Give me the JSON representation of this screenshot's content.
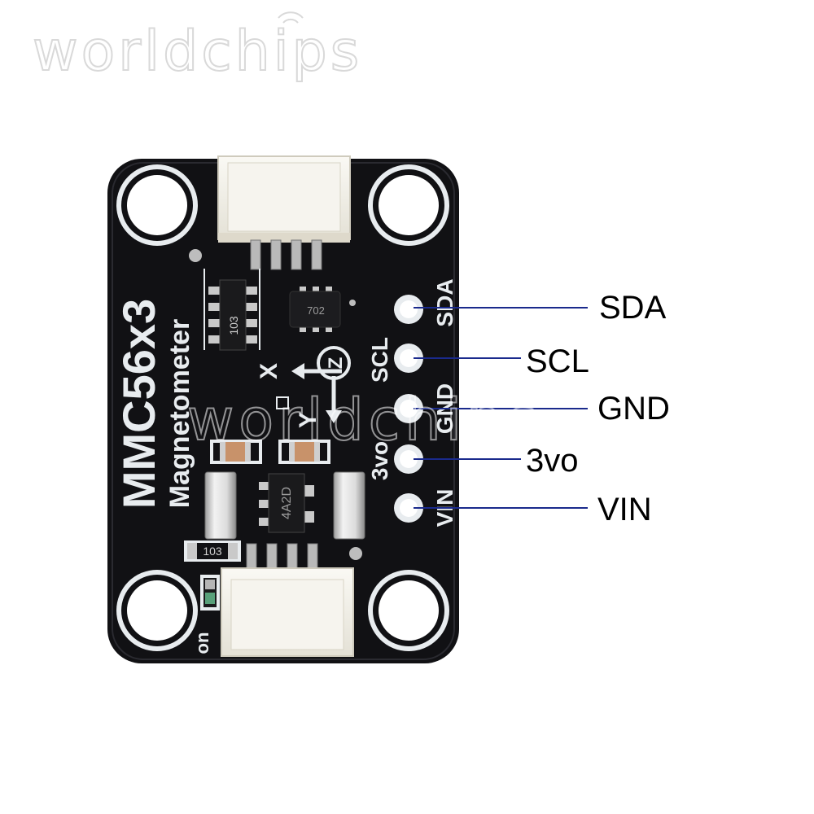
{
  "watermark": {
    "brand": "worldchips"
  },
  "board": {
    "title": "MMC56x3",
    "subtitle": "Magnetometer",
    "pin_silkscreen": [
      "SDA",
      "SCL",
      "GND",
      "3vo",
      "VIN"
    ],
    "axis_x": "X",
    "axis_y": "Y",
    "axis_z": "Z",
    "led_label": "on",
    "chip_top_right": "702",
    "resistor_array": "103",
    "resistor_bottom": "103",
    "regulator": "4A2D"
  },
  "callouts": {
    "sda": "SDA",
    "scl": "SCL",
    "gnd": "GND",
    "v3": "3vo",
    "vin": "VIN"
  },
  "colors": {
    "pcb": "#111114",
    "silkscreen": "#e8ecef",
    "leader_line": "#1a2a8c",
    "connector": "#f1efe8"
  }
}
